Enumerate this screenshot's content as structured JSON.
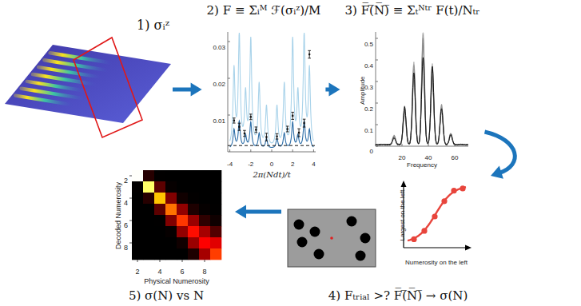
{
  "diagram": {
    "nodes": [
      {
        "text": [
          "1) σᵢᶻ"
        ]
      },
      {
        "text": [
          "2) F ≡ Σᵢᴹ ℱ(σᵢᶻ)/M"
        ]
      },
      {
        "text": [
          "3) F̅(̅N̅)̅ ≡ Σₜᴺᵗʳ F(t)/Nₜᵣ"
        ]
      },
      {
        "text": [
          "4) Fₜᵣᵢₐₗ >? F̅(̅N̅)̅ → σ(N)"
        ]
      },
      {
        "text": [
          "5) σ(N) vs N"
        ]
      }
    ],
    "edges": [
      {
        "from": 0,
        "to": 1,
        "arrow": "to"
      },
      {
        "from": 1,
        "to": 2,
        "arrow": "to"
      },
      {
        "from": 2,
        "to": 3,
        "arrow": "to"
      },
      {
        "from": 3,
        "to": 4,
        "arrow": "to"
      }
    ],
    "labels": [
      "0.03",
      "0.02",
      "0.01",
      "-4",
      "-2",
      "0",
      "2",
      "4",
      "2π(Ndt)/t",
      "0.5",
      "0.4",
      "0.3",
      "0.2",
      "0.1",
      "0",
      "20",
      "40",
      "60",
      "Frequency",
      "Amplitude",
      "Largest on the left",
      "Numerosity on the left",
      "2",
      "4",
      "6",
      "8",
      "Decoded Numerosity",
      "2",
      "4",
      "6",
      "8",
      "Physical Numerosity"
    ]
  }
}
